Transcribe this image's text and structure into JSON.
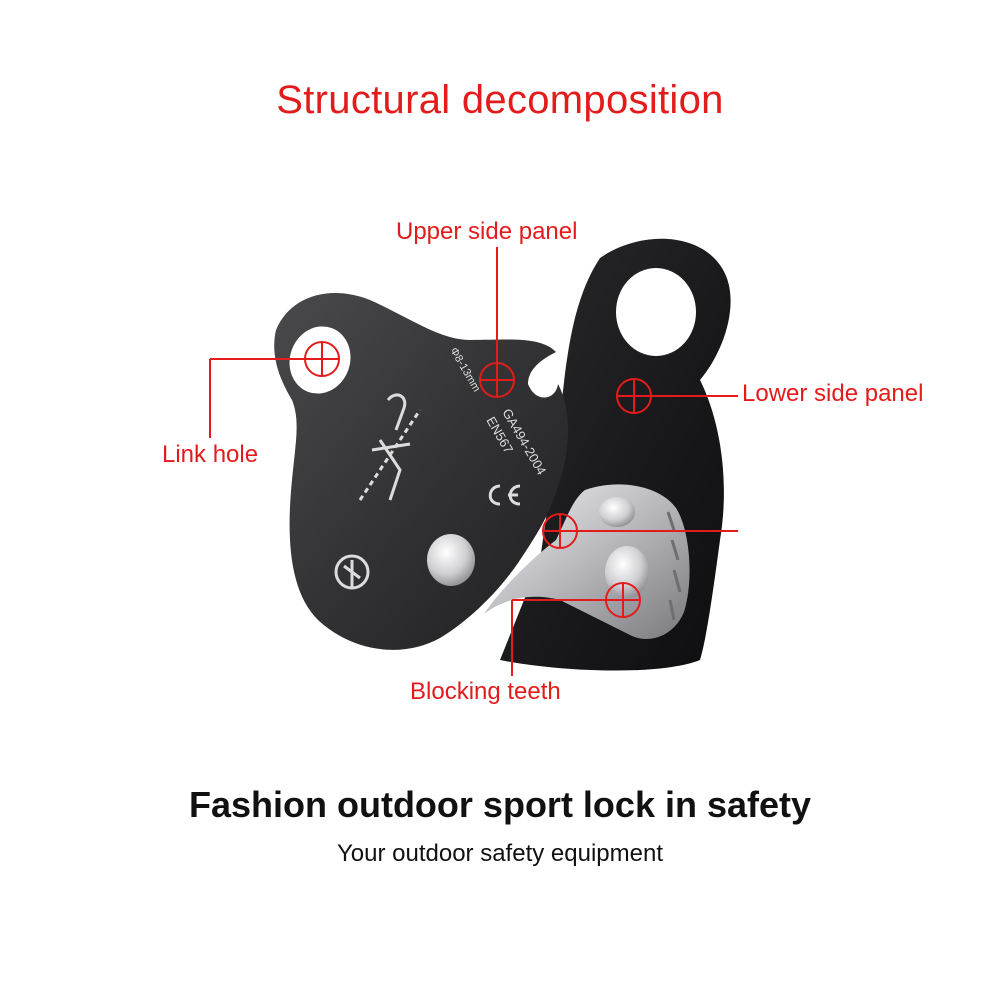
{
  "title": "Structural decomposition",
  "callouts": {
    "upper_side_panel": "Upper side panel",
    "lower_side_panel": "Lower side panel",
    "link_hole": "Link hole",
    "blocking_teeth": "Blocking teeth"
  },
  "slogan": {
    "main": "Fashion outdoor sport lock in safety",
    "sub": "Your outdoor safety equipment"
  },
  "engraving": {
    "standard_1": "EN567",
    "standard_2": "GA494-2004",
    "rope_range": "Φ8-13mm"
  },
  "colors": {
    "accent": "#e31b1b",
    "panel_upper": "#3c3c3e",
    "panel_lower": "#1c1c1e",
    "metal": "#c8c8cc"
  }
}
